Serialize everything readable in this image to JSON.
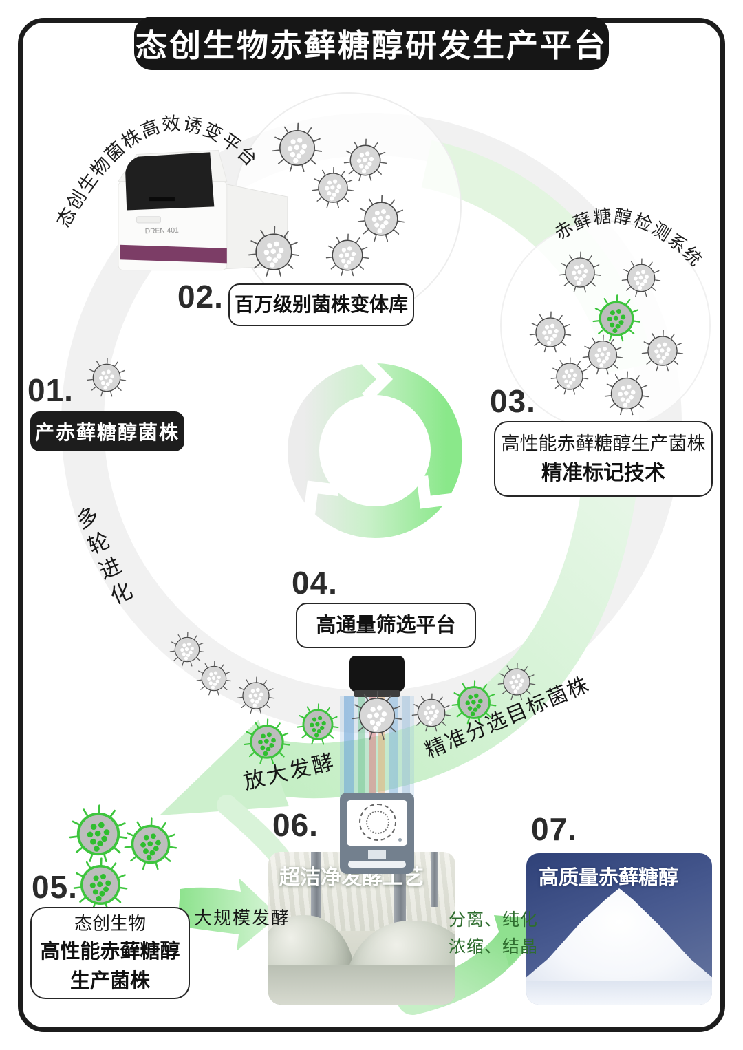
{
  "title": "态创生物赤藓糖醇研发生产平台",
  "arc_labels": {
    "mutagenesis_platform": "态创生物菌株高效诱变平台",
    "detection_system": "赤藓糖醇检测系统",
    "multi_round_evolution": "多轮进化",
    "scale_up_fermentation": "放大发酵",
    "precise_sorting": "精准分选目标菌株"
  },
  "steps": [
    {
      "number": "01.",
      "label": "产赤藓糖醇菌株"
    },
    {
      "number": "02.",
      "label": "百万级别菌株变体库"
    },
    {
      "number": "03.",
      "line1": "高性能赤藓糖醇生产菌株",
      "line2": "精准标记技术"
    },
    {
      "number": "04.",
      "label": "高通量筛选平台"
    },
    {
      "number": "05.",
      "line1": "态创生物",
      "line2": "高性能赤藓糖醇",
      "line3": "生产菌株"
    },
    {
      "number": "06.",
      "label": "超洁净发酵工艺"
    },
    {
      "number": "07.",
      "label": "高质量赤藓糖醇"
    }
  ],
  "flow_labels": {
    "large_scale_fermentation": "大规模发酵",
    "refine_line1": "分离、纯化",
    "refine_line2": "浓缩、结晶"
  },
  "machine": {
    "model_text": "DREN 401"
  },
  "icons": {
    "microbe_gray": "gray-microbe-icon",
    "microbe_green": "green-microbe-icon",
    "cycle_ring": "cycle-arrows-icon",
    "cell_sorter": "cell-sorter-icon",
    "monitor": "monitor-icon",
    "mutagenesis_machine": "mutagenesis-machine-icon"
  },
  "colors": {
    "accent_green": "#3ec43e",
    "light_green_band": "#d9f3d9",
    "ring_gray": "#f1f1f1",
    "frame_black": "#1c1c1c",
    "powder_bg_blue": "#41568f",
    "monitor_gray": "#73808e",
    "machine_stripe_purple": "#7c3d66"
  }
}
